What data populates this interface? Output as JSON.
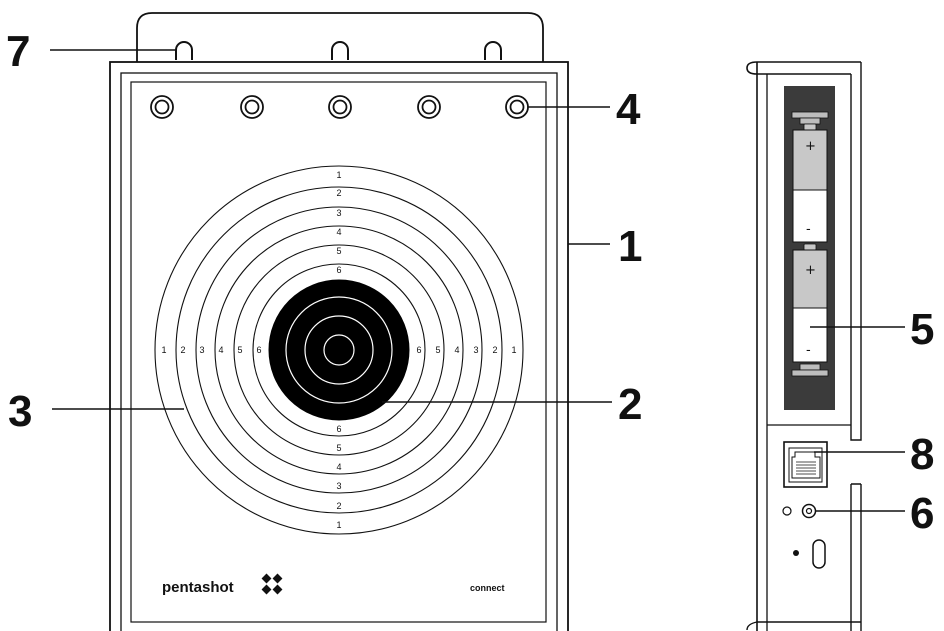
{
  "callouts": {
    "c1": "1",
    "c2": "2",
    "c3": "3",
    "c4": "4",
    "c5": "5",
    "c6": "6",
    "c7": "7",
    "c8": "8"
  },
  "target": {
    "ring_numbers": [
      "1",
      "2",
      "3",
      "4",
      "5",
      "6"
    ]
  },
  "brand": {
    "name": "pentashot",
    "connect": "connect"
  },
  "battery": {
    "plus": "+",
    "minus": "-"
  }
}
